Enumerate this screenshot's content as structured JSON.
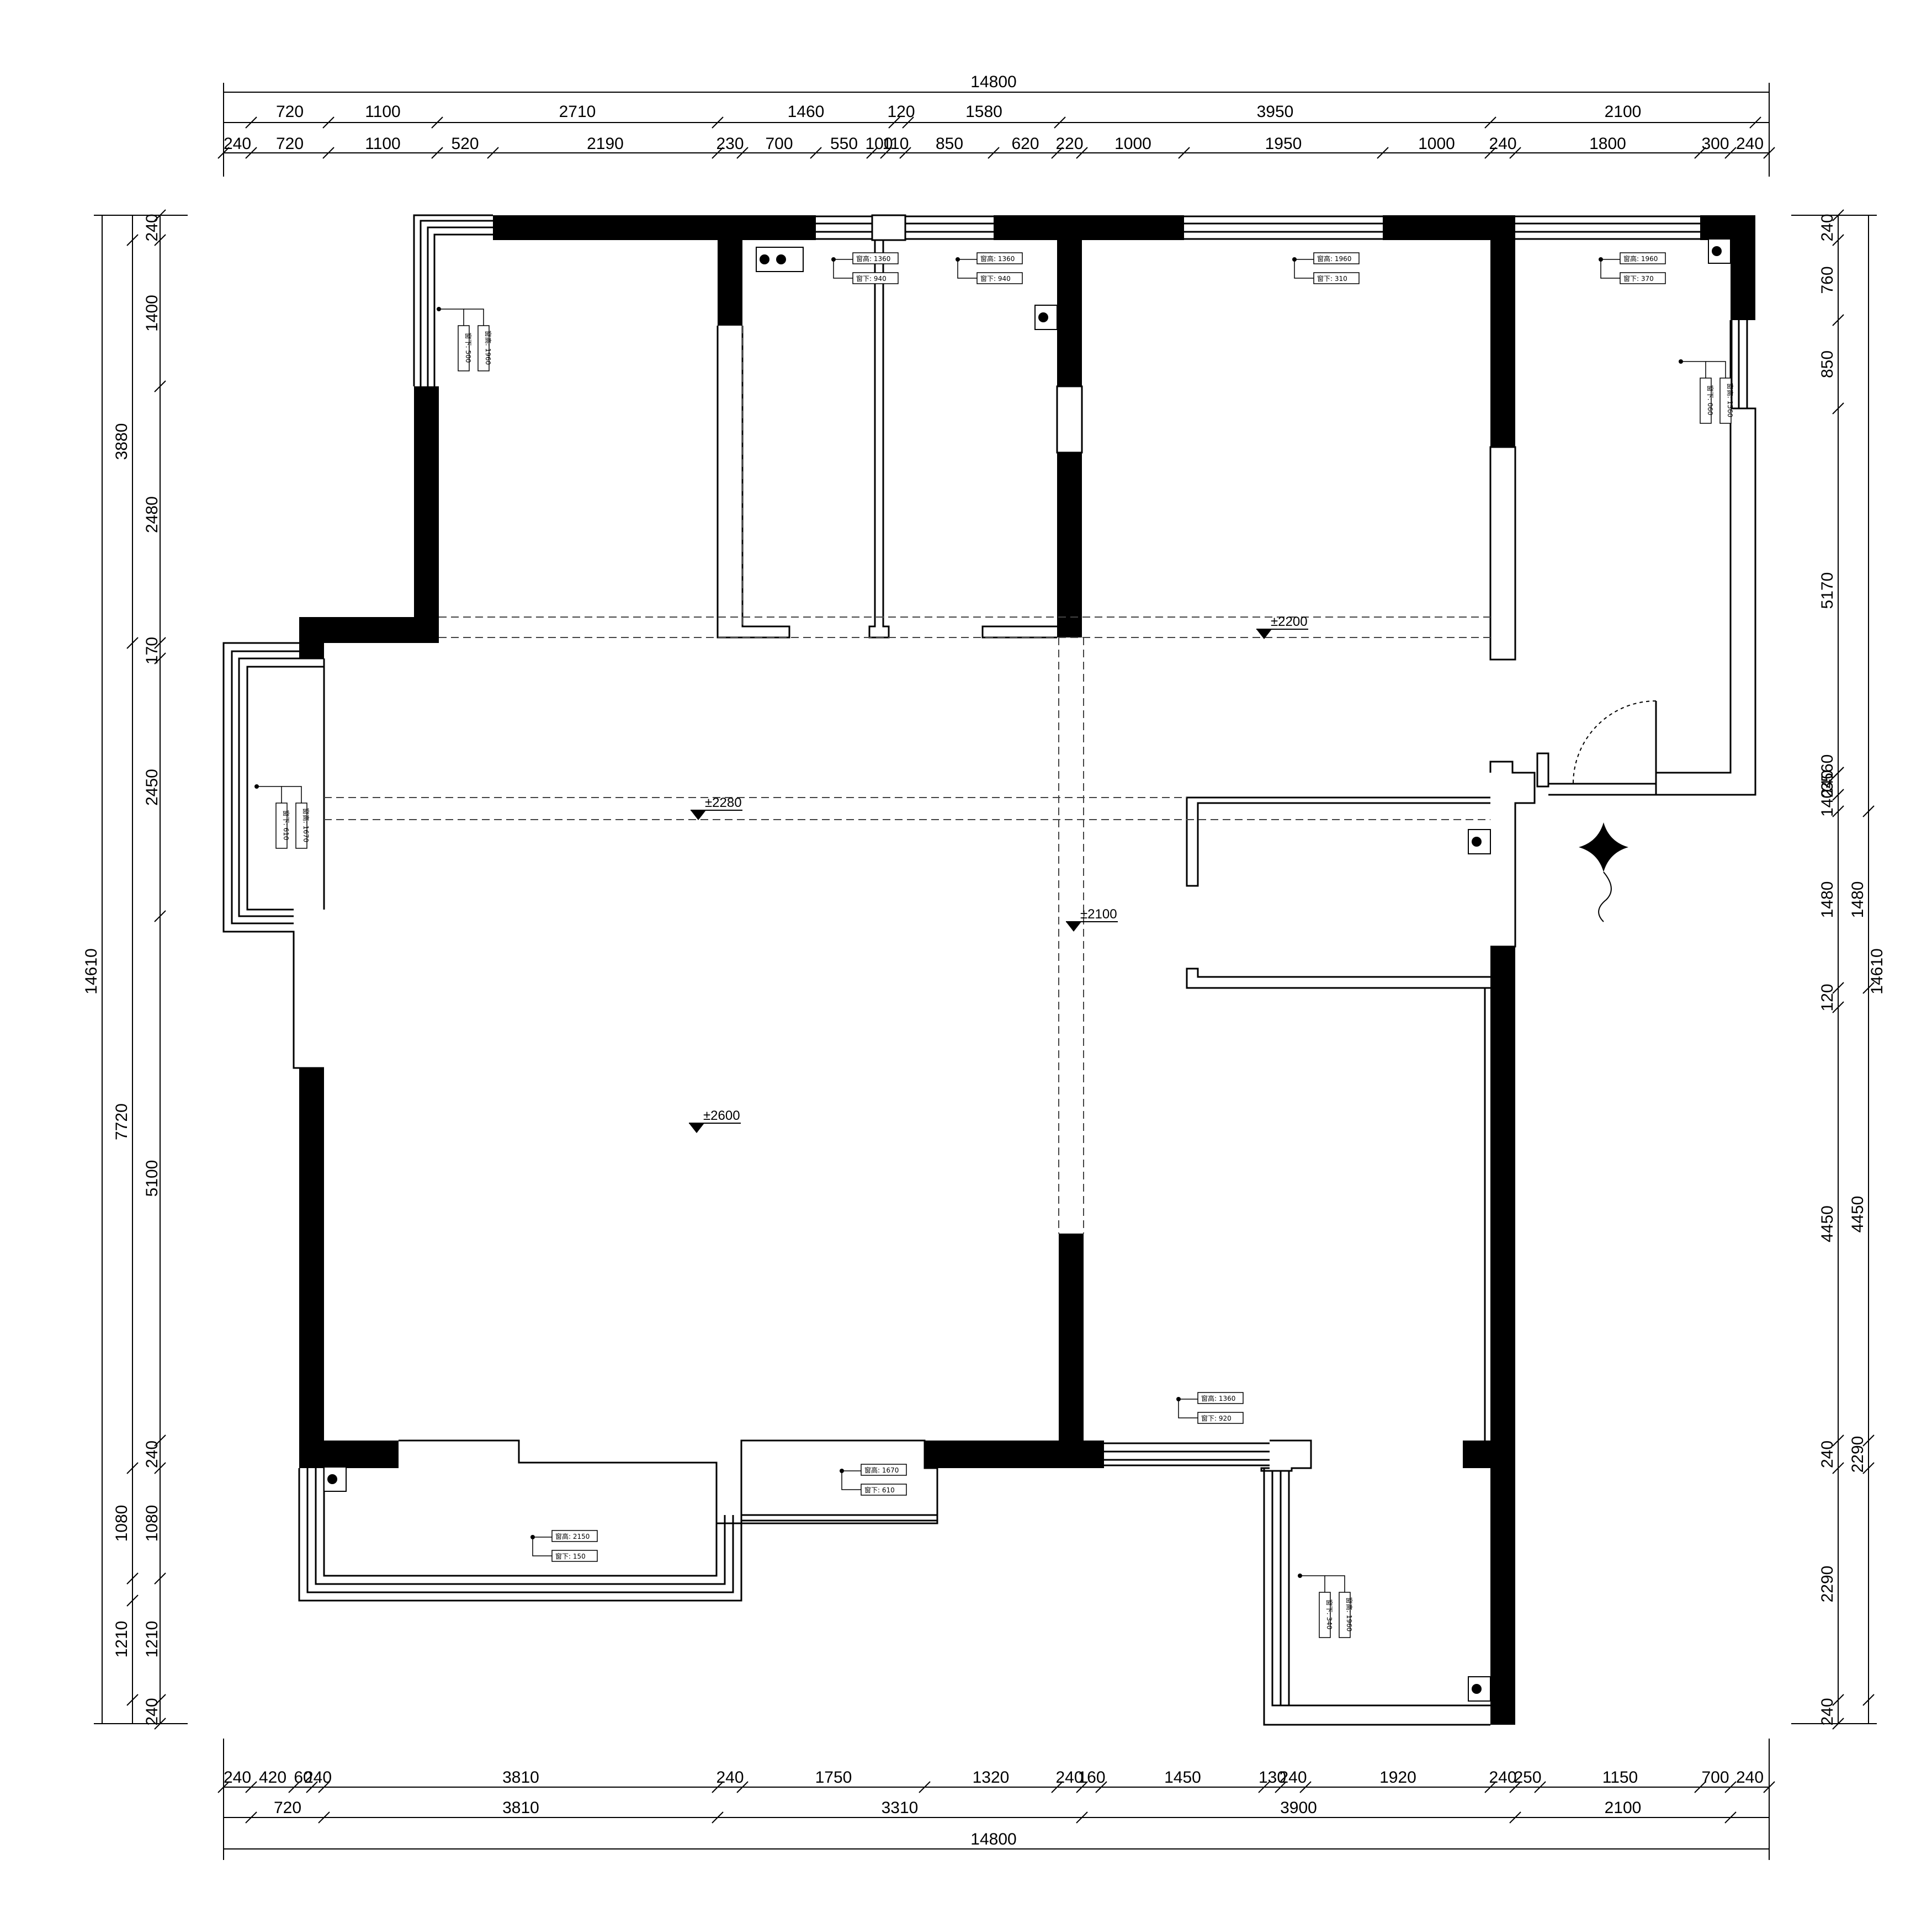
{
  "dimensions": {
    "top": {
      "total": "14800",
      "row1": [
        "720",
        "1100",
        "2710",
        "1460",
        "120",
        "1580",
        "3950",
        "2100"
      ],
      "row2": [
        "240",
        "720",
        "1100",
        "520",
        "2190",
        "230",
        "700",
        "550",
        "100",
        "110",
        "850",
        "620",
        "220",
        "1000",
        "1950",
        "1000",
        "240",
        "1800",
        "300",
        "240"
      ]
    },
    "bottom": {
      "total": "14800",
      "row1": [
        "240",
        "420",
        "60",
        "240",
        "3810",
        "240",
        "1750",
        "1320",
        "240",
        "160",
        "1450",
        "130",
        "240",
        "1920",
        "240",
        "250",
        "1150",
        "700",
        "240"
      ],
      "row2": [
        "720",
        "3810",
        "3310",
        "3900",
        "2100"
      ]
    },
    "left": {
      "total": "14610",
      "row1": [
        "3880",
        "7720"
      ],
      "row2": [
        "240",
        "1400",
        "2480",
        "170",
        "2450",
        "5100",
        "240",
        "1080",
        "1210",
        "240"
      ],
      "row3": [
        "1080",
        "1210"
      ]
    },
    "right": {
      "total": "14610",
      "row1": [
        "240",
        "760",
        "850",
        "5170",
        "3560",
        "240",
        "140",
        "1480",
        "120",
        "4450",
        "240",
        "2290",
        "240"
      ],
      "row2": [
        "1480",
        "4450",
        "2290"
      ]
    }
  },
  "levels": [
    "±2200",
    "±2280",
    "±2100",
    "±2600"
  ],
  "window_tags": [
    {
      "a": "窗高: 1360",
      "b": "窗下: 940"
    },
    {
      "a": "窗高: 1360",
      "b": "窗下: 940"
    },
    {
      "a": "窗高: 1960",
      "b": "窗下: 310"
    },
    {
      "a": "窗高: 1960",
      "b": "窗下: 370"
    },
    {
      "a": "窗下: 500",
      "b": "窗高: 1960"
    },
    {
      "a": "窗下: 060",
      "b": "窗高: 1560"
    },
    {
      "a": "窗下: 610",
      "b": "窗高: 1670"
    },
    {
      "a": "窗高: 1360",
      "b": "窗下: 920"
    },
    {
      "a": "窗高: 1670",
      "b": "窗下: 610"
    },
    {
      "a": "窗高: 2150",
      "b": "窗下: 150"
    },
    {
      "a": "窗下: 340",
      "b": "窗高: 1960"
    }
  ],
  "colors": {
    "wall": "#000000",
    "line": "#000000",
    "background": "#ffffff"
  },
  "icons": [
    "north-star-icon",
    "drain-icon"
  ]
}
